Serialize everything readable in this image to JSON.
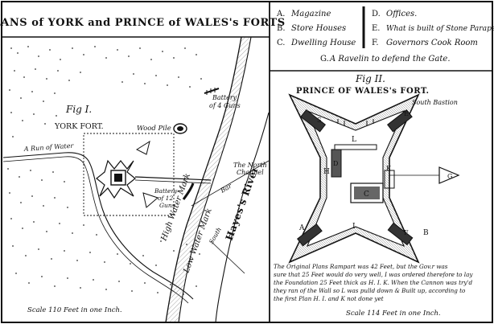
{
  "title": "PLANS of YORK and PRINCE of WALES's FORTS",
  "legend": {
    "left": [
      {
        "key": "A.",
        "text": "Magazine"
      },
      {
        "key": "B.",
        "text": "Store Houses"
      },
      {
        "key": "C.",
        "text": "Dwelling House"
      }
    ],
    "right": [
      {
        "key": "D.",
        "text": "Offices."
      },
      {
        "key": "E.",
        "text": "What is built of Stone Parapet"
      },
      {
        "key": "F.",
        "text": "Governors Cook Room"
      }
    ],
    "bottom": {
      "key": "G.",
      "text": "A Ravelin to defend the Gate."
    }
  },
  "fig1": {
    "fig_label": "Fig I.",
    "fort_name": "YORK FORT.",
    "wood_pile": "Wood Pile",
    "battery_4": [
      "Battery",
      "of 4 Guns"
    ],
    "battery_guns": [
      "Battery",
      "of 12",
      "Guns"
    ],
    "run_of_water": "A Run of Water",
    "north_channel": [
      "The North",
      "Channel"
    ],
    "high_water": "High Water Mark",
    "low_water": "Low Water Mark",
    "hayes_river": "Hayes's River",
    "bar": "Bar",
    "south": "South",
    "scale": "Scale 110 Feet in one Inch."
  },
  "fig2": {
    "fig_label": "Fig II.",
    "fort_name": "PRINCE OF WALES's FORT.",
    "south_bastion": "South Bastion",
    "letters": {
      "L": "L",
      "D": "D",
      "H": "H",
      "K": "K",
      "C": "C",
      "G": "G",
      "A": "A",
      "I": "I",
      "B": "B",
      "E": "E",
      "F": "F",
      "S": "S"
    },
    "note": [
      "The Original Plans Rampart was 42 Feet, but the Gov.r was",
      "sure that 25 Feet would do very well, I was ordered therefore to lay",
      "the Foundation 25 Feet thick as H. I. K. When the Cannon was try'd",
      "they ran of the Wall so L was pulld down & Built up, according to",
      "the first Plan H. I. and K not done yet"
    ],
    "scale": "Scale 114 Feet in one Inch."
  }
}
